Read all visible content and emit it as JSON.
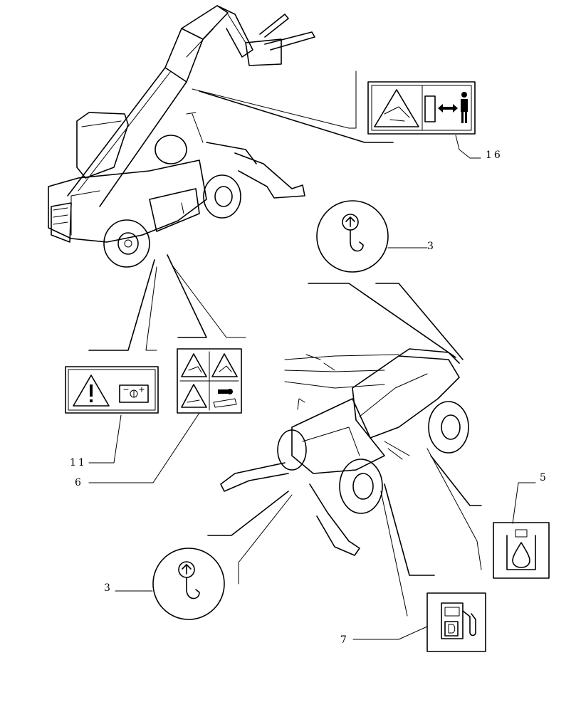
{
  "callouts": {
    "c16": "16",
    "c3_top": "3",
    "c11": "11",
    "c6": "6",
    "c5": "5",
    "c3_bottom": "3",
    "c7": "7"
  },
  "icons": {
    "decal_16": "crush-hazard-keep-distance-icon",
    "decal_3": "lifting-hook-icon",
    "decal_11": "battery-warning-icon",
    "decal_6": "safety-pictograms-icon",
    "decal_5": "hydraulic-oil-icon",
    "decal_7": "diesel-fuel-icon"
  }
}
